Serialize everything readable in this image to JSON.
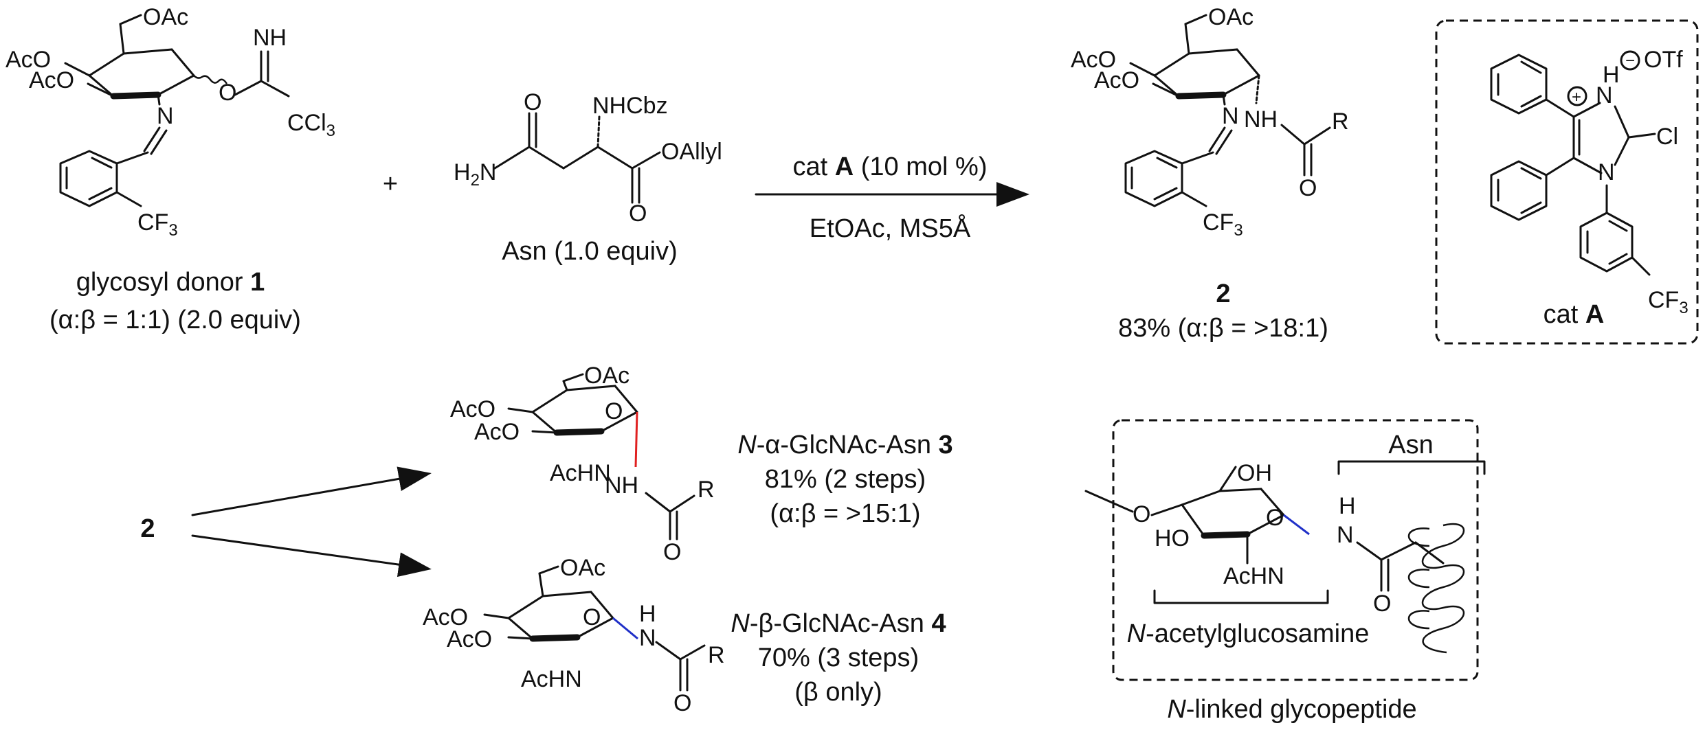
{
  "colors": {
    "ink": "#111111",
    "new_bond_alpha": "#e02020",
    "new_bond_beta": "#2030c8"
  },
  "atoms": {
    "oac": "OAc",
    "aco": "AcO",
    "aco_2": "AcO",
    "acetamido": "AcHN",
    "imine_n": "N",
    "nh": "NH",
    "nh_group": "NHCbz",
    "o": "O",
    "h": "H",
    "r": "R",
    "cf3_main": "CF",
    "three": "3",
    "ccl3_main": "CCl",
    "h2n_main": "H",
    "h2n_tail": "N",
    "two": "2",
    "oallyl": "OAllyl",
    "cl": "Cl",
    "otf": "OTf",
    "oh": "OH",
    "ho": "HO",
    "plus_charge": "+",
    "minus_charge": "−"
  },
  "reactants": {
    "donor_label_prefix": "glycosyl donor ",
    "donor_label_bold": "1",
    "donor_ratio": "(α:β = 1:1) (2.0 equiv)",
    "plus_sign": "+",
    "asn_label": "Asn (1.0 equiv)"
  },
  "conditions": {
    "cat_prefix": "cat ",
    "cat_bold": "A",
    "cat_loading": " (10 mol %)",
    "solvent": "EtOAc, MS5Å"
  },
  "product": {
    "number": "2",
    "yield": "83% (α:β = >18:1)"
  },
  "catalyst_box": {
    "label_prefix": "cat ",
    "label_bold": "A"
  },
  "transformation": {
    "start_compound": "2",
    "product3_prefix": "N",
    "product3_middle": "-α-GlcNAc-Asn ",
    "product3_number": "3",
    "product3_yield": "81% (2 steps)",
    "product3_ratio": "(α:β = >15:1)",
    "product4_prefix": "N",
    "product4_middle": "-β-GlcNAc-Asn ",
    "product4_number": "4",
    "product4_yield": "70% (3 steps)",
    "product4_ratio": "(β only)"
  },
  "glycopeptide_box": {
    "asn_label": "Asn",
    "glcnac_prefix": "N",
    "glcnac_label": "-acetylglucosamine",
    "caption_prefix": "N",
    "caption": "-linked glycopeptide"
  }
}
